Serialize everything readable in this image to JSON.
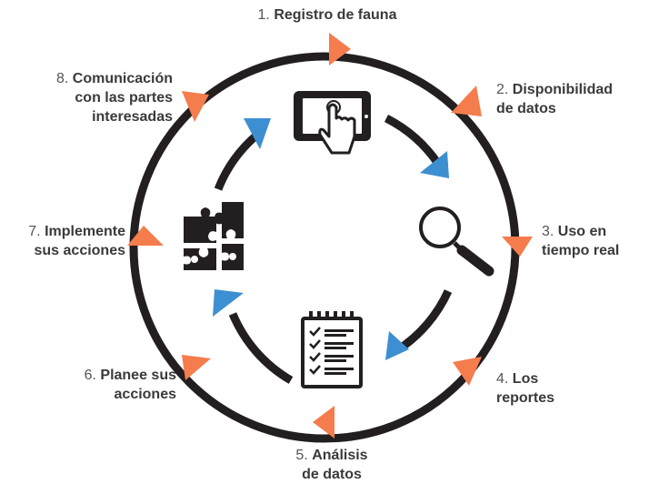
{
  "colors": {
    "ring": "#231f20",
    "outer_arrow": "#f47c4d",
    "inner_arrow": "#3d8fd1",
    "icon": "#231f20"
  },
  "steps": [
    {
      "num": "1.",
      "label": "Registro de fauna",
      "icon": "tablet-touch-icon"
    },
    {
      "num": "2.",
      "label": "Disponibilidad de datos",
      "label_lines": [
        "Disponibilidad",
        "de datos"
      ]
    },
    {
      "num": "3.",
      "label": "Uso en tiempo real",
      "label_lines": [
        "Uso en",
        "tiempo real"
      ],
      "icon": "magnifier-icon"
    },
    {
      "num": "4.",
      "label": "Los reportes",
      "label_lines": [
        "Los",
        "reportes"
      ]
    },
    {
      "num": "5.",
      "label": "Análisis de datos",
      "label_lines": [
        "Análisis",
        "de datos"
      ],
      "icon": "checklist-icon"
    },
    {
      "num": "6.",
      "label": "Planee sus acciones",
      "label_lines": [
        "Planee sus",
        "acciones"
      ]
    },
    {
      "num": "7.",
      "label": "Implemente sus acciones",
      "label_lines": [
        "Implemente",
        "sus acciones"
      ],
      "icon": "puzzle-icon"
    },
    {
      "num": "8.",
      "label": "Comunicación con las partes interesadas",
      "label_lines": [
        "Comunicación",
        "con las partes",
        "interesadas"
      ]
    }
  ]
}
